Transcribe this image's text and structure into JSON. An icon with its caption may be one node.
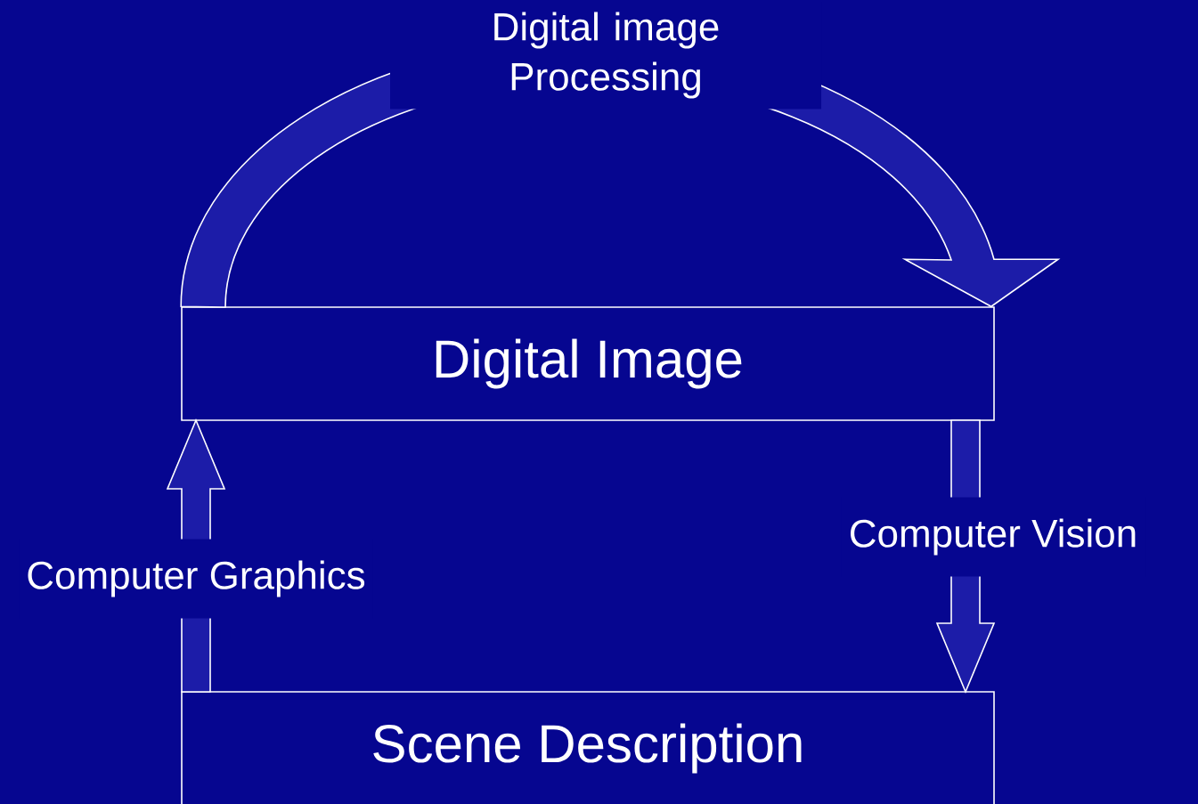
{
  "diagram": {
    "nodes": [
      {
        "text": [
          "Digital Image"
        ]
      },
      {
        "text": [
          "Scene Description"
        ]
      }
    ],
    "edges": [
      {
        "from": 0,
        "to": 0,
        "arrow": "to",
        "label": "Digital image Processing"
      },
      {
        "from": 1,
        "to": 0,
        "arrow": "to",
        "label": "Computer Graphics"
      },
      {
        "from": 0,
        "to": 1,
        "arrow": "to",
        "label": "Computer Vision"
      }
    ]
  }
}
